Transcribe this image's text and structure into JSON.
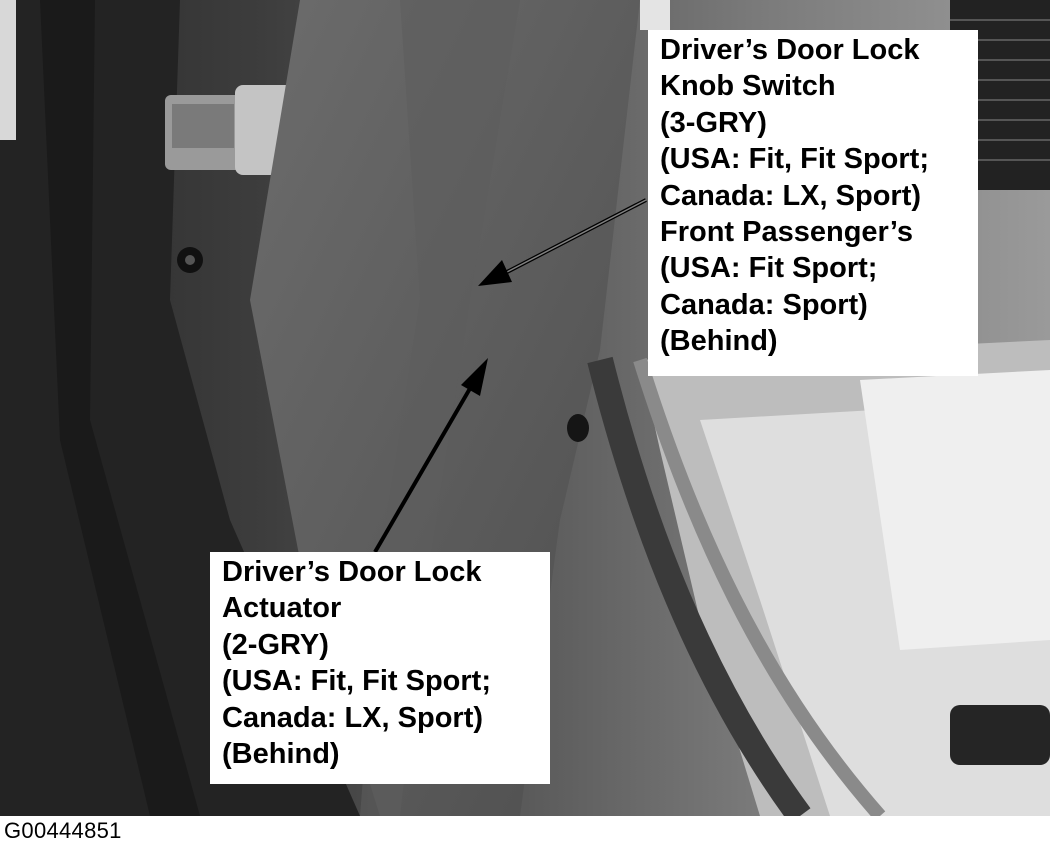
{
  "callouts": {
    "knob_switch": {
      "lines": [
        "Driver’s Door Lock",
        "Knob Switch",
        "(3-GRY)",
        "(USA: Fit, Fit Sport;",
        "Canada: LX, Sport)",
        "Front Passenger’s",
        "(USA: Fit Sport;",
        "Canada: Sport)",
        "(Behind)"
      ]
    },
    "actuator": {
      "lines": [
        "Driver’s Door Lock",
        "Actuator",
        "(2-GRY)",
        "(USA: Fit, Fit Sport;",
        "Canada: LX, Sport)",
        "(Behind)"
      ]
    }
  },
  "image_code": "G00444851",
  "colors": {
    "label_bg": "#ffffff",
    "text": "#000000",
    "arrow": "#000000"
  }
}
